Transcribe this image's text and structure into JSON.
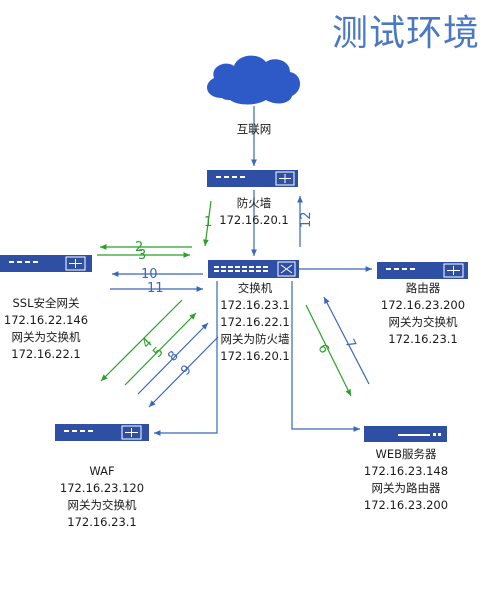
{
  "title": "测试环境",
  "internet_label": "互联网",
  "firewall": {
    "name": "防火墙",
    "ip": "172.16.20.1"
  },
  "switch": {
    "name": "交换机",
    "ip1": "172.16.23.1",
    "ip2": "172.16.22.1",
    "gateway": "网关为防火墙",
    "gateway_ip": "172.16.20.1"
  },
  "ssl": {
    "name": "SSL安全网关",
    "ip": "172.16.22.146",
    "gateway": "网关为交换机",
    "gateway_ip": "172.16.22.1"
  },
  "router": {
    "name": "路由器",
    "ip": "172.16.23.200",
    "gateway": "网关为交换机",
    "gateway_ip": "172.16.23.1"
  },
  "waf": {
    "name": "WAF",
    "ip": "172.16.23.120",
    "gateway": "网关为交换机",
    "gateway_ip": "172.16.23.1"
  },
  "web": {
    "name": "WEB服务器",
    "ip": "172.16.23.148",
    "gateway": "网关为路由器",
    "gateway_ip": "172.16.23.200"
  },
  "steps": [
    "1",
    "2",
    "3",
    "4",
    "5",
    "6",
    "7",
    "8",
    "9",
    "10",
    "11",
    "12"
  ],
  "colors": {
    "title": "#4a78c2",
    "device": "#2f4fa5",
    "cloud": "#2e5ac8",
    "blue_line": "#3a68b8",
    "green_line": "#2aa12a"
  }
}
